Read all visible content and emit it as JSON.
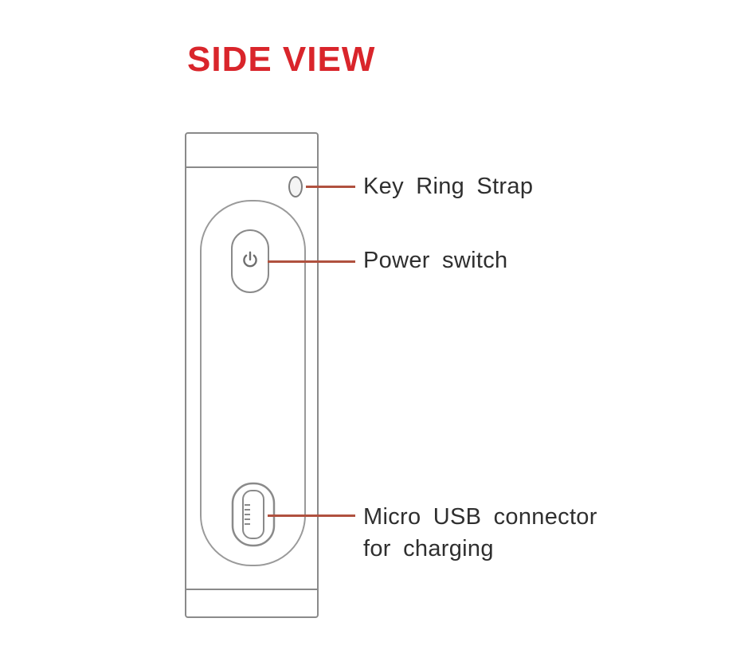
{
  "title": "SIDE VIEW",
  "callouts": [
    {
      "id": "key-ring-strap",
      "label": "Key Ring Strap"
    },
    {
      "id": "power-switch",
      "label": "Power switch"
    },
    {
      "id": "micro-usb",
      "label": "Micro USB connector",
      "label_line2": "for charging"
    }
  ],
  "icons": {
    "power": "power-icon",
    "keyring": "key-ring-strap-hole",
    "usb": "micro-usb-icon"
  },
  "colors": {
    "title": "#d9252b",
    "callout_line": "#b0513f",
    "device_outline": "#8a8a8a",
    "label_text": "#2f2f2f",
    "background": "#ffffff"
  }
}
